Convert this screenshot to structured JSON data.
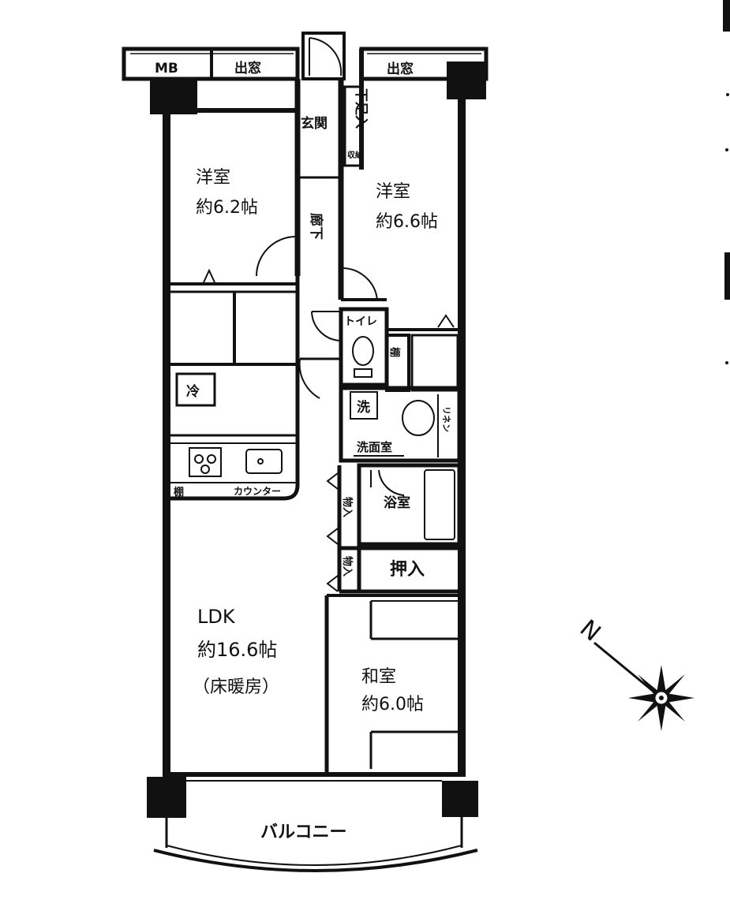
{
  "labels": {
    "mb": "MB",
    "window_left": "出窓",
    "window_right": "出窓",
    "entrance": "玄関",
    "shoe_closet": "下足入",
    "storage_small": "収納",
    "hallway": "廊下",
    "western_room_1": "洋室",
    "western_room_1_size": "約6.2帖",
    "western_room_2": "洋室",
    "western_room_2_size": "約6.6帖",
    "toilet": "トイレ",
    "fridge": "冷",
    "washer": "洗",
    "cabinet": "棚",
    "wash_room": "洗面室",
    "linen": "リネン",
    "bath": "浴室",
    "closet_1": "物入",
    "closet_2": "物入",
    "oshiire": "押入",
    "shelf": "棚",
    "counter": "カウンター",
    "ldk": "LDK",
    "ldk_size": "約16.6帖",
    "ldk_note": "（床暖房）",
    "japanese_room": "和室",
    "japanese_room_size": "約6.0帖",
    "balcony": "バルコニー",
    "north": "N"
  },
  "colors": {
    "wall": "#111111",
    "background": "#ffffff"
  }
}
